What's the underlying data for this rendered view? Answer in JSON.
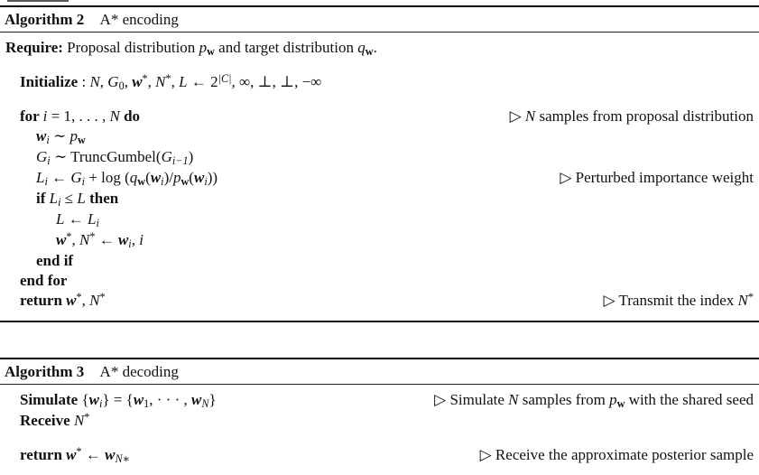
{
  "page": {
    "background": "#ffffff",
    "text_color": "#111111",
    "rule_color": "#000000"
  },
  "algorithms": [
    {
      "id": "algorithm-2",
      "label": "Algorithm 2",
      "title": "A* encoding",
      "lines": [
        {
          "indent": 0,
          "main": [
            {
              "t": "kw",
              "s": "Require: "
            },
            {
              "t": "rm",
              "s": "Proposal distribution "
            },
            {
              "t": "it",
              "s": "p"
            },
            {
              "t": "bf",
              "s": "w",
              "pos": "sub"
            },
            {
              "t": "rm",
              "s": " and target distribution "
            },
            {
              "t": "it",
              "s": "q"
            },
            {
              "t": "bf",
              "s": "w",
              "pos": "sub"
            },
            {
              "t": "rm",
              "s": "."
            }
          ]
        },
        {
          "indent": 1,
          "space_before": true,
          "main": [
            {
              "t": "kw",
              "s": "Initialize"
            },
            {
              "t": "rm",
              "s": " : "
            },
            {
              "t": "it",
              "s": "N"
            },
            {
              "t": "rm",
              "s": ", "
            },
            {
              "t": "it",
              "s": "G"
            },
            {
              "t": "rm",
              "s": "0",
              "pos": "sub"
            },
            {
              "t": "rm",
              "s": ", "
            },
            {
              "t": "bi",
              "s": "w"
            },
            {
              "t": "rm",
              "s": "*",
              "pos": "sup"
            },
            {
              "t": "rm",
              "s": ", "
            },
            {
              "t": "it",
              "s": "N"
            },
            {
              "t": "rm",
              "s": "*",
              "pos": "sup"
            },
            {
              "t": "rm",
              "s": ", "
            },
            {
              "t": "it",
              "s": "L"
            },
            {
              "t": "rm",
              "s": " ← 2"
            },
            {
              "t": "it",
              "s": "|C|",
              "pos": "sup"
            },
            {
              "t": "rm",
              "s": ", ∞, ⊥, ⊥, −∞"
            }
          ]
        },
        {
          "indent": 1,
          "space_before": true,
          "main": [
            {
              "t": "kw",
              "s": "for "
            },
            {
              "t": "it",
              "s": "i"
            },
            {
              "t": "rm",
              "s": " = 1, . . . , "
            },
            {
              "t": "it",
              "s": "N"
            },
            {
              "t": "kw",
              "s": " do"
            }
          ],
          "comment": [
            {
              "t": "rm",
              "s": "▷ "
            },
            {
              "t": "it",
              "s": "N"
            },
            {
              "t": "rm",
              "s": " samples from proposal distribution"
            }
          ]
        },
        {
          "indent": 2,
          "main": [
            {
              "t": "bi",
              "s": "w"
            },
            {
              "t": "it",
              "s": "i",
              "pos": "sub"
            },
            {
              "t": "rm",
              "s": " ∼ "
            },
            {
              "t": "it",
              "s": "p"
            },
            {
              "t": "bf",
              "s": "w",
              "pos": "sub"
            }
          ]
        },
        {
          "indent": 2,
          "main": [
            {
              "t": "it",
              "s": "G"
            },
            {
              "t": "it",
              "s": "i",
              "pos": "sub"
            },
            {
              "t": "rm",
              "s": " ∼ TruncGumbel("
            },
            {
              "t": "it",
              "s": "G"
            },
            {
              "t": "it",
              "s": "i−1",
              "pos": "sub"
            },
            {
              "t": "rm",
              "s": ")"
            }
          ]
        },
        {
          "indent": 2,
          "main": [
            {
              "t": "it",
              "s": "L"
            },
            {
              "t": "it",
              "s": "i",
              "pos": "sub"
            },
            {
              "t": "rm",
              "s": " ← "
            },
            {
              "t": "it",
              "s": "G"
            },
            {
              "t": "it",
              "s": "i",
              "pos": "sub"
            },
            {
              "t": "rm",
              "s": " + log ("
            },
            {
              "t": "it",
              "s": "q"
            },
            {
              "t": "bf",
              "s": "w",
              "pos": "sub"
            },
            {
              "t": "rm",
              "s": "("
            },
            {
              "t": "bi",
              "s": "w"
            },
            {
              "t": "it",
              "s": "i",
              "pos": "sub"
            },
            {
              "t": "rm",
              "s": ")/"
            },
            {
              "t": "it",
              "s": "p"
            },
            {
              "t": "bf",
              "s": "w",
              "pos": "sub"
            },
            {
              "t": "rm",
              "s": "("
            },
            {
              "t": "bi",
              "s": "w"
            },
            {
              "t": "it",
              "s": "i",
              "pos": "sub"
            },
            {
              "t": "rm",
              "s": "))"
            }
          ],
          "comment": [
            {
              "t": "rm",
              "s": "▷ Perturbed importance weight"
            }
          ]
        },
        {
          "indent": 2,
          "main": [
            {
              "t": "kw",
              "s": "if "
            },
            {
              "t": "it",
              "s": "L"
            },
            {
              "t": "it",
              "s": "i",
              "pos": "sub"
            },
            {
              "t": "rm",
              "s": " ≤ "
            },
            {
              "t": "it",
              "s": "L"
            },
            {
              "t": "kw",
              "s": " then"
            }
          ]
        },
        {
          "indent": 3,
          "main": [
            {
              "t": "it",
              "s": "L"
            },
            {
              "t": "rm",
              "s": " ← "
            },
            {
              "t": "it",
              "s": "L"
            },
            {
              "t": "it",
              "s": "i",
              "pos": "sub"
            }
          ]
        },
        {
          "indent": 3,
          "main": [
            {
              "t": "bi",
              "s": "w"
            },
            {
              "t": "rm",
              "s": "*",
              "pos": "sup"
            },
            {
              "t": "rm",
              "s": ", "
            },
            {
              "t": "it",
              "s": "N"
            },
            {
              "t": "rm",
              "s": "*",
              "pos": "sup"
            },
            {
              "t": "rm",
              "s": " ← "
            },
            {
              "t": "bi",
              "s": "w"
            },
            {
              "t": "it",
              "s": "i",
              "pos": "sub"
            },
            {
              "t": "rm",
              "s": ", "
            },
            {
              "t": "it",
              "s": "i"
            }
          ]
        },
        {
          "indent": 2,
          "main": [
            {
              "t": "kw",
              "s": "end if"
            }
          ]
        },
        {
          "indent": 1,
          "main": [
            {
              "t": "kw",
              "s": "end for"
            }
          ]
        },
        {
          "indent": 1,
          "main": [
            {
              "t": "kw",
              "s": "return "
            },
            {
              "t": "bi",
              "s": "w"
            },
            {
              "t": "rm",
              "s": "*",
              "pos": "sup"
            },
            {
              "t": "rm",
              "s": ", "
            },
            {
              "t": "it",
              "s": "N"
            },
            {
              "t": "rm",
              "s": "*",
              "pos": "sup"
            }
          ],
          "comment": [
            {
              "t": "rm",
              "s": "▷ Transmit the index "
            },
            {
              "t": "it",
              "s": "N"
            },
            {
              "t": "rm",
              "s": "*",
              "pos": "sup"
            }
          ]
        }
      ]
    },
    {
      "id": "algorithm-3",
      "label": "Algorithm 3",
      "title": "A* decoding",
      "lines": [
        {
          "indent": 1,
          "main": [
            {
              "t": "kw",
              "s": "Simulate "
            },
            {
              "t": "rm",
              "s": "{"
            },
            {
              "t": "bi",
              "s": "w"
            },
            {
              "t": "it",
              "s": "i",
              "pos": "sub"
            },
            {
              "t": "rm",
              "s": "} = {"
            },
            {
              "t": "bi",
              "s": "w"
            },
            {
              "t": "rm",
              "s": "1",
              "pos": "sub"
            },
            {
              "t": "rm",
              "s": ", · · · , "
            },
            {
              "t": "bi",
              "s": "w"
            },
            {
              "t": "it",
              "s": "N",
              "pos": "sub"
            },
            {
              "t": "rm",
              "s": "}"
            }
          ],
          "comment": [
            {
              "t": "rm",
              "s": "▷ Simulate "
            },
            {
              "t": "it",
              "s": "N"
            },
            {
              "t": "rm",
              "s": " samples from "
            },
            {
              "t": "it",
              "s": "p"
            },
            {
              "t": "bf",
              "s": "w",
              "pos": "sub"
            },
            {
              "t": "rm",
              "s": " with the shared seed"
            }
          ]
        },
        {
          "indent": 1,
          "main": [
            {
              "t": "kw",
              "s": "Receive "
            },
            {
              "t": "it",
              "s": "N"
            },
            {
              "t": "rm",
              "s": "*",
              "pos": "sup"
            }
          ]
        },
        {
          "indent": 1,
          "space_before": true,
          "main": [
            {
              "t": "kw",
              "s": "return "
            },
            {
              "t": "bi",
              "s": "w"
            },
            {
              "t": "rm",
              "s": "*",
              "pos": "sup"
            },
            {
              "t": "rm",
              "s": " ← "
            },
            {
              "t": "bi",
              "s": "w"
            },
            {
              "t": "it",
              "s": "N∗",
              "pos": "sub"
            }
          ],
          "comment": [
            {
              "t": "rm",
              "s": "▷ Receive the approximate posterior sample"
            }
          ]
        }
      ]
    }
  ]
}
